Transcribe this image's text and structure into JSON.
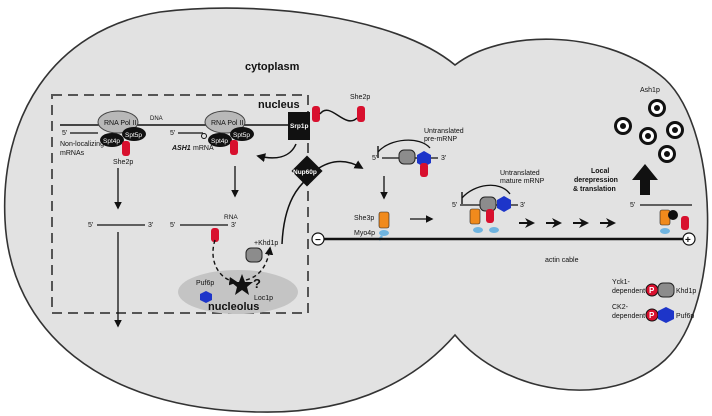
{
  "compartments": {
    "cytoplasm": "cytoplasm",
    "nucleus": "nucleus",
    "nucleolus": "nucleolus"
  },
  "proteins": {
    "rna_pol_ii": "RNA Pol II",
    "spt4p": "Spt4p",
    "spt5p": "Spt5p",
    "she2p": "She2p",
    "srp1p": "Srp1p",
    "nup60p": "Nup60p",
    "puf6p": "Puf6p",
    "loc1p": "Loc1p",
    "she3p": "She3p",
    "myo4p": "Myo4p",
    "ash1p": "Ash1p",
    "khd1p": "Khd1p"
  },
  "labels": {
    "dna": "DNA",
    "rna": "RNA",
    "five_prime": "5'",
    "three_prime": "3'",
    "non_localizing_1": "Non-localizing",
    "non_localizing_2": "mRNAs",
    "ash1_mrna_gene": "ASH1",
    "ash1_mrna_suffix": "mRNA",
    "plus_khd1p": "+Khd1p",
    "question": "?",
    "untranslated_pre_1": "Untranslated",
    "untranslated_pre_2": "pre-mRNP",
    "untranslated_mature_1": "Untranslated",
    "untranslated_mature_2": "mature mRNP",
    "actin_cable": "actin cable",
    "local_1": "Local",
    "local_2": "derepression",
    "local_3": "& translation",
    "yck1_1": "Yck1-",
    "yck1_2": "dependent",
    "ck2_1": "CK2-",
    "ck2_2": "dependent",
    "p": "P",
    "minus": "−",
    "plus": "+"
  },
  "colors": {
    "cell_bg": "#e2e2e2",
    "red": "#d8102e",
    "orange": "#f08a1c",
    "blue": "#1d35c9",
    "gray_protein": "#8c8c8c",
    "light_gray": "#c4c4c4",
    "myo_blue": "#6fb4e0"
  }
}
